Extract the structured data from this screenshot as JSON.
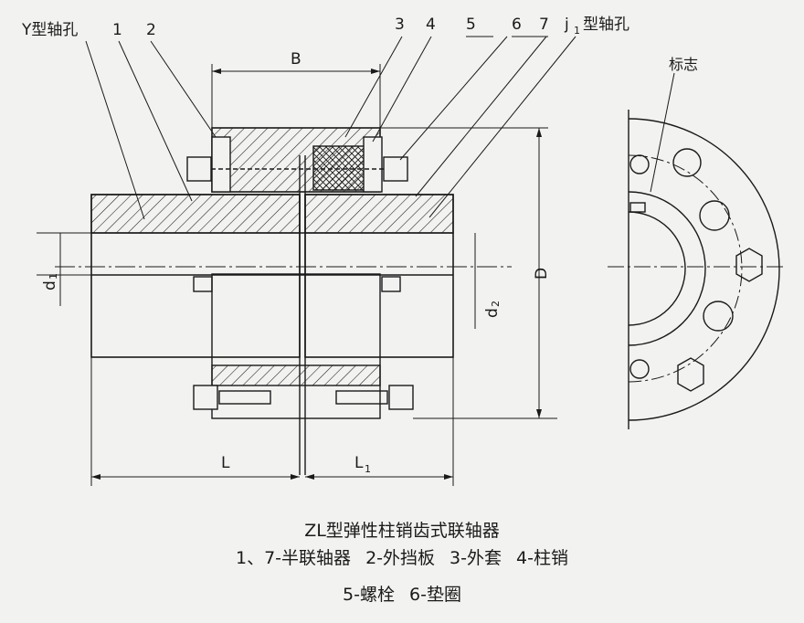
{
  "labels": {
    "y_bore": "Y型轴孔",
    "j1_bore": "型轴孔",
    "j1_prefix": "j",
    "j1_sub": "1",
    "mark": "标志",
    "n1": "1",
    "n2": "2",
    "n3": "3",
    "n4": "4",
    "n5": "5",
    "n6": "6",
    "n7": "7",
    "dim_B": "B",
    "dim_D": "D",
    "dim_d": "d",
    "sub_1": "1",
    "sub_2": "2",
    "dim_L": "L",
    "dim_L1": "L",
    "dim_L1_sub": "1"
  },
  "caption": {
    "title": "ZL型弹性柱销齿式联轴器",
    "line1": "1、7-半联轴器  2-外挡板  3-外套  4-柱销",
    "line2": "5-螺栓  6-垫圈"
  },
  "colors": {
    "ink": "#1a1a1a",
    "paper": "#f2f2f0"
  }
}
